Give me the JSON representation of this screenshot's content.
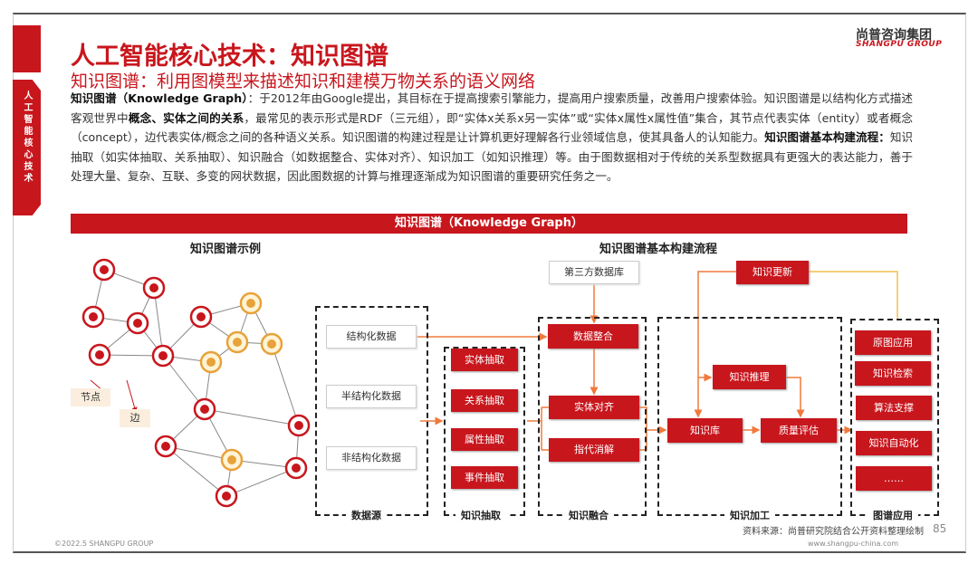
{
  "sidebar_tab": "人工智能核心技术",
  "title": "人工智能核心技术：知识图谱",
  "subtitle": "知识图谱：利用图模型来描述知识和建模万物关系的语义网络",
  "logo": {
    "cn": "尚普咨询集团",
    "en": "SHANGPU GROUP"
  },
  "body": {
    "p1_bold": "知识图谱（Knowledge Graph）",
    "p1": "：于2012年由Google提出，其目标在于提高搜索引擎能力，提高用户搜索质量，改善用户搜索体验。知识图谱是以结构化方式描述客观世界中",
    "p2_bold": "概念、实体之间的关系",
    "p2": "，最常见的表示形式是RDF（三元组），即“实体x关系x另一实体”或“实体x属性x属性值”集合，其节点代表实体（entity）或者概念（concept），边代表实体/概念之间的各种语义关系。知识图谱的构建过程是让计算机更好理解各行业领域信息，使其具备人的认知能力。",
    "p3_bold": "知识图谱基本构建流程：",
    "p3": "知识抽取（如实体抽取、关系抽取）、知识融合（如数据整合、实体对齐）、知识加工（如知识推理）等。由于图数据相对于传统的关系型数据具有更强大的表达能力，善于处理大量、复杂、互联、多变的网状数据，因此图数据的计算与推理逐渐成为知识图谱的重要研究任务之一。"
  },
  "banner": "知识图谱（Knowledge Graph）",
  "example": {
    "title": "知识图谱示例",
    "node_label": "节点",
    "edge_label": "边"
  },
  "flow": {
    "title": "知识图谱基本构建流程",
    "third_party": "第三方数据库",
    "update": "知识更新",
    "sources": {
      "label": "数据源",
      "items": [
        "结构化数据",
        "半结构化数据",
        "非结构化数据"
      ]
    },
    "extraction": {
      "label": "知识抽取",
      "items": [
        "实体抽取",
        "关系抽取",
        "属性抽取",
        "事件抽取"
      ]
    },
    "fusion": {
      "label": "知识融合",
      "items": [
        "数据整合",
        "实体对齐",
        "指代消解"
      ]
    },
    "processing": {
      "label": "知识加工",
      "items": [
        "知识推理",
        "知识库",
        "质量评估"
      ]
    },
    "applications": {
      "label": "图谱应用",
      "items": [
        "原图应用",
        "知识检索",
        "算法支撑",
        "知识自动化",
        "……"
      ]
    }
  },
  "source": "资料来源：尚普研究院结合公开资料整理绘制",
  "page_number": "85",
  "footer": {
    "left": "©2022.5  SHANGPU GROUP",
    "right": "www.shangpu-china.com"
  },
  "colors": {
    "brand": "#c8161d",
    "arrow": "#f07a3c",
    "update_line": "#f2c14e"
  }
}
